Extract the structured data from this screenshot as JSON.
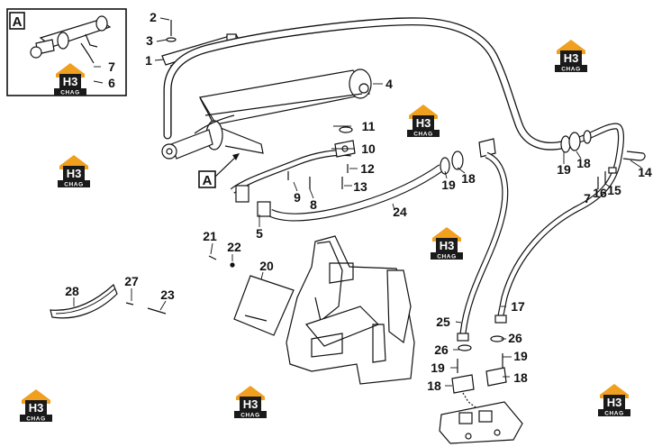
{
  "diagram": {
    "detail_view_label": "A",
    "callout_label": "A",
    "part_numbers": [
      "1",
      "2",
      "3",
      "4",
      "5",
      "6",
      "7",
      "8",
      "9",
      "10",
      "11",
      "12",
      "13",
      "14",
      "15",
      "16",
      "7",
      "17",
      "18",
      "19",
      "18",
      "19",
      "20",
      "21",
      "22",
      "23",
      "24",
      "25",
      "26",
      "26",
      "27",
      "28",
      "19",
      "18",
      "19",
      "18"
    ]
  },
  "watermark": {
    "brand": "H3",
    "sub": "CHAG",
    "colors": {
      "orange": "#f0a01e",
      "dark": "#1a1a1a"
    }
  }
}
